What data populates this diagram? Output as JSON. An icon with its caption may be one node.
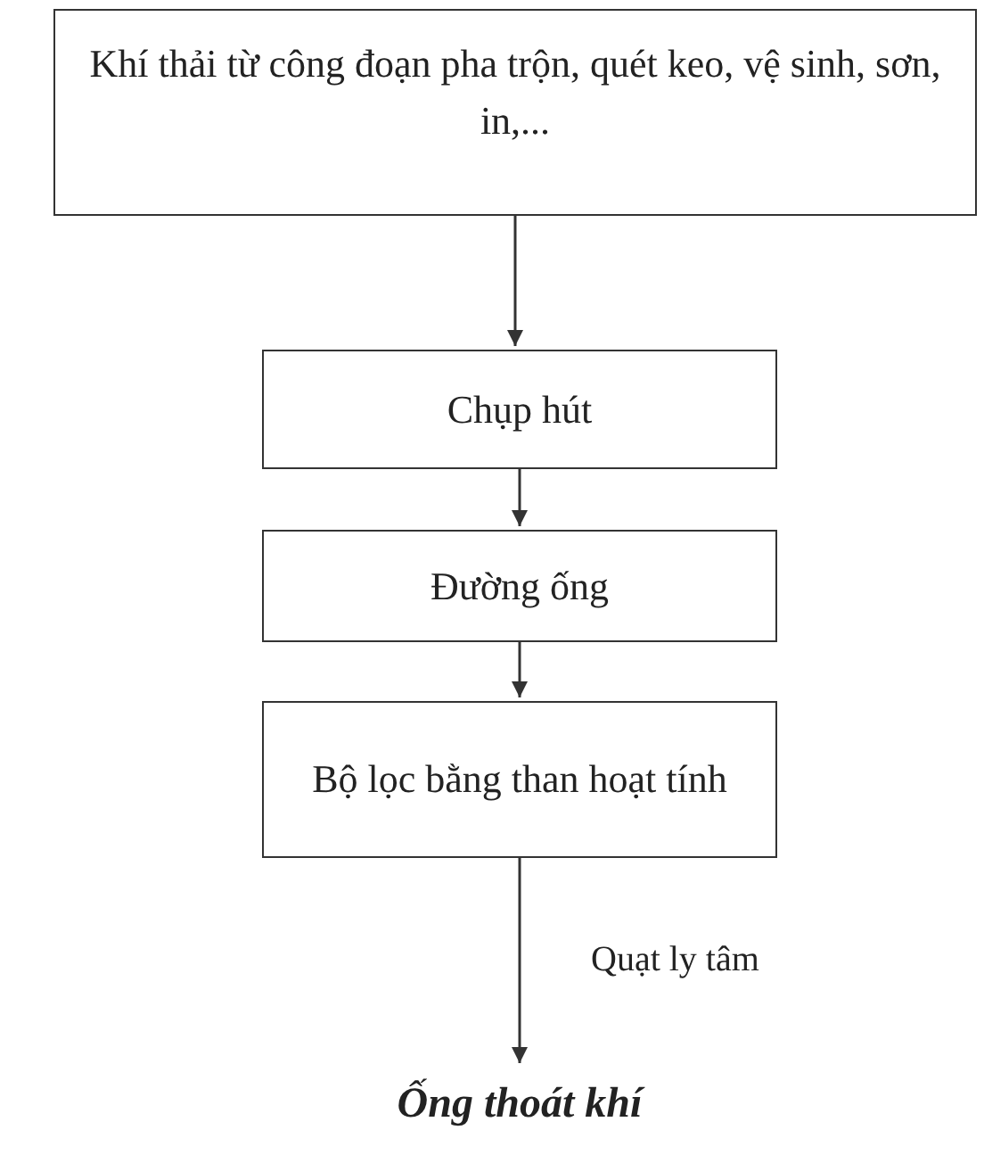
{
  "diagram": {
    "nodes": [
      {
        "text": [
          "Khí thải từ công đoạn pha trộn, quét keo, vệ sinh, sơn, in,..."
        ]
      },
      {
        "text": [
          "Chụp hút"
        ]
      },
      {
        "text": [
          "Đường ống"
        ]
      },
      {
        "text": [
          "Bộ lọc bằng than hoạt tính"
        ]
      },
      {
        "text": [
          "Ống thoát khí"
        ]
      }
    ],
    "edges": [
      {
        "from": 0,
        "to": 1,
        "arrow": "to"
      },
      {
        "from": 1,
        "to": 2,
        "arrow": "to"
      },
      {
        "from": 2,
        "to": 3,
        "arrow": "to"
      },
      {
        "from": 3,
        "to": 4,
        "arrow": "to",
        "label": "Quạt ly tâm"
      }
    ]
  }
}
